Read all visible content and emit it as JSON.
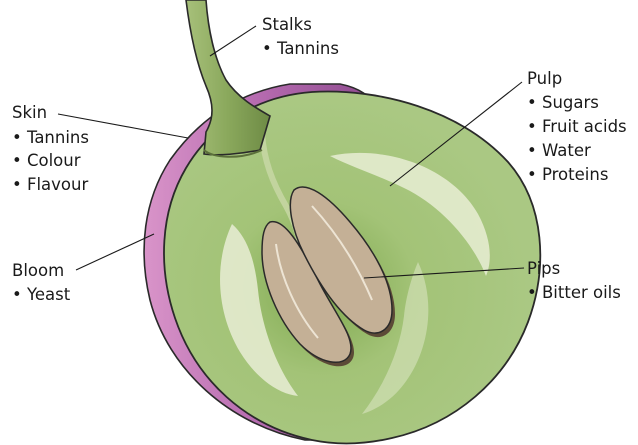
{
  "labels": {
    "stalks": {
      "title": "Stalks",
      "items": [
        "• Tannins"
      ]
    },
    "skin": {
      "title": "Skin",
      "items": [
        "• Tannins",
        "• Colour",
        "• Flavour"
      ]
    },
    "bloom": {
      "title": "Bloom",
      "items": [
        "• Yeast"
      ]
    },
    "pulp": {
      "title": "Pulp",
      "items": [
        "• Sugars",
        "• Fruit acids",
        "• Water",
        "• Proteins"
      ]
    },
    "pips": {
      "title": "Pips",
      "items": [
        "• Bitter oils"
      ]
    }
  },
  "colors": {
    "skin": "#9a4f98",
    "skin_dark": "#6e2f73",
    "bloom": "#d58bc6",
    "pulp": "#a6c57a",
    "pulp_center": "#88b05a",
    "pulp_highlight": "#e6ecd3",
    "pip": "#c2ae95",
    "pip_shadow": "#5c4a37",
    "stalk": "#8fae63",
    "outline": "#2a2a2a"
  }
}
